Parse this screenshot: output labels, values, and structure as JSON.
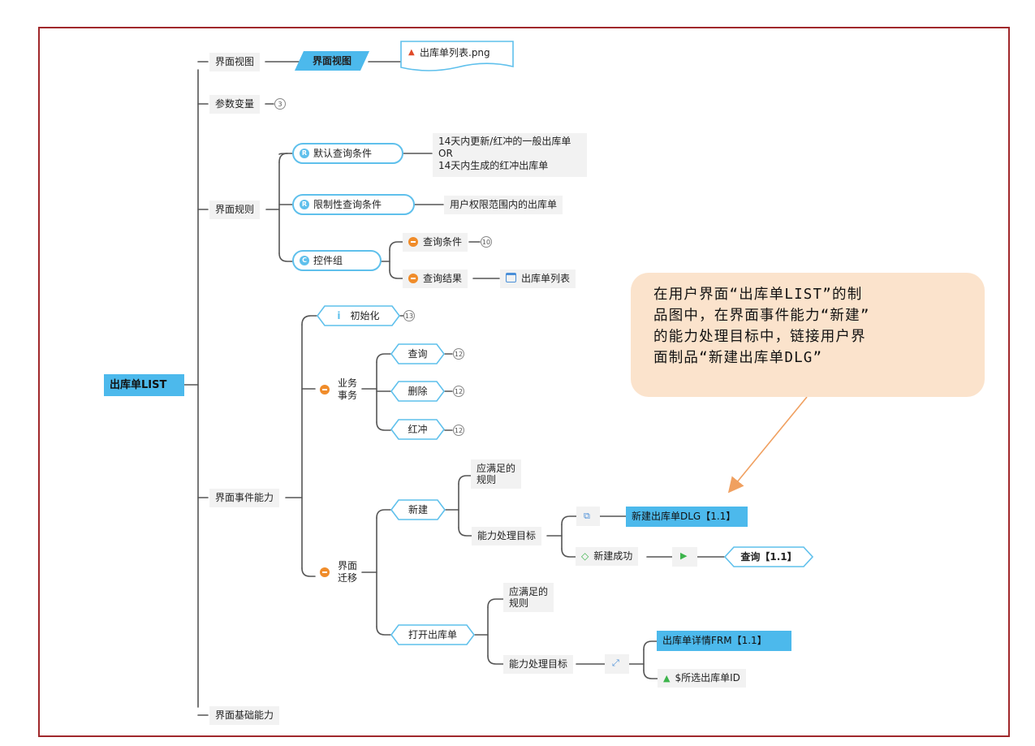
{
  "root": "出库单LIST",
  "view": {
    "label": "界面视图",
    "tag": "界面视图",
    "file": "出库单列表.png"
  },
  "params": {
    "label": "参数变量",
    "count": "3"
  },
  "rules": {
    "label": "界面规则",
    "default_query": "默认查询条件",
    "default_query_text": [
      "14天内更新/红冲的一般出库单",
      "OR",
      "14天内生成的红冲出库单"
    ],
    "restrict_query": "限制性查询条件",
    "restrict_query_text": "用户权限范围内的出库单",
    "controls": "控件组",
    "query_cond": "查询条件",
    "query_cond_count": "10",
    "query_result": "查询结果",
    "result_list": "出库单列表"
  },
  "events": {
    "label": "界面事件能力",
    "init": "初始化",
    "init_count": "13",
    "biz": "业务\n事务",
    "biz_items": [
      {
        "label": "查询",
        "count": "12"
      },
      {
        "label": "删除",
        "count": "12"
      },
      {
        "label": "红冲",
        "count": "12"
      }
    ],
    "nav": "界面\n迁移",
    "new": "新建",
    "rule_to_satisfy": "应满足的\n规则",
    "target": "能力处理目标",
    "new_dlg": "新建出库单DLG【1.1】",
    "new_success": "新建成功",
    "query_ref": "查询【1.1】",
    "open": "打开出库单",
    "detail_frm": "出库单详情FRM【1.1】",
    "selected_id": "$所选出库单ID"
  },
  "basic": {
    "label": "界面基础能力"
  },
  "callout": "在用户界面“出库单LIST”的制\n品图中，在界面事件能力“新建”\n的能力处理目标中，链接用户界\n面制品“新建出库单DLG”",
  "colors": {
    "frame": "#a0282b",
    "accent_blue": "#4cb9ec",
    "line": "#555555",
    "callout_bg": "#fbe3cc",
    "arrow": "#f0a060"
  }
}
